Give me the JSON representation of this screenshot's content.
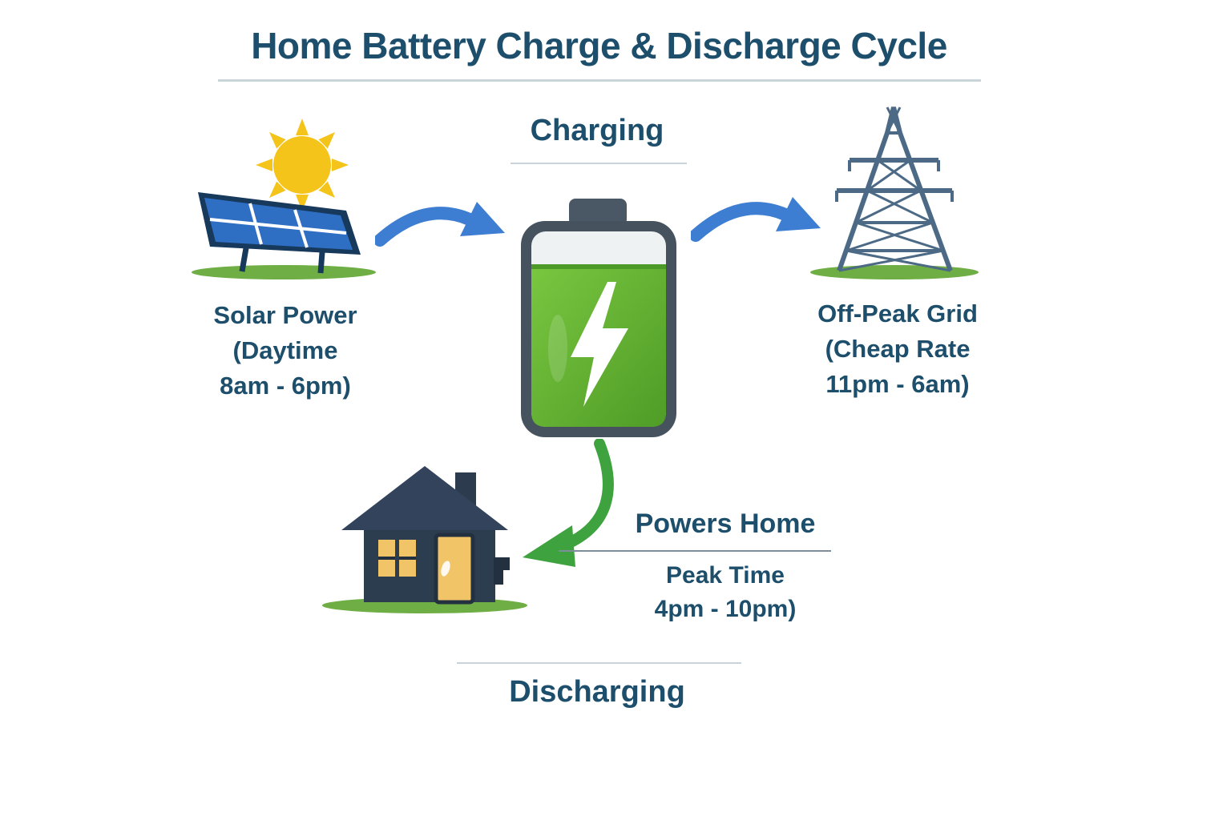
{
  "title": "Home Battery Charge & Discharge Cycle",
  "phases": {
    "charging": "Charging",
    "discharging": "Discharging"
  },
  "solar": {
    "title": "Solar Power",
    "line2": "(Daytime",
    "line3": "8am - 6pm)"
  },
  "grid": {
    "title": "Off-Peak Grid",
    "line2": "(Cheap Rate",
    "line3": "11pm - 6am)"
  },
  "home": {
    "title": "Powers Home",
    "line2": "Peak Time",
    "line3": "4pm - 10pm)"
  },
  "colors": {
    "heading_navy": "#1d4e6b",
    "arrow_blue": "#3e7ed2",
    "arrow_green": "#3ea23e",
    "battery_green": "#5aab2c",
    "battery_case": "#46535f",
    "sun_yellow": "#f5c41b",
    "panel_blue": "#2e6fc4",
    "grass_green": "#6fae44",
    "house_navy": "#2d3d50",
    "tower_slate": "#4c6a85"
  }
}
